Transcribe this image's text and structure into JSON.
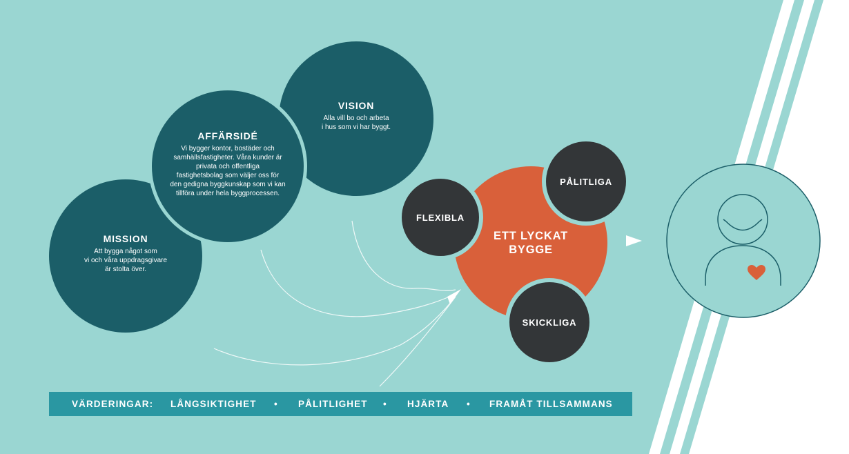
{
  "colors": {
    "background": "#9ad6d2",
    "teal_circle": "#1b5e68",
    "dark_circle": "#333638",
    "center_circle": "#d9603a",
    "values_bar": "#2a97a2",
    "heart": "#d9603a"
  },
  "vision": {
    "title": "VISION",
    "lines": [
      "Alla vill bo och arbeta",
      "i hus som vi har byggt."
    ]
  },
  "affarside": {
    "title": "AFFÄRSIDÉ",
    "lines": [
      "Vi bygger kontor, bostäder och",
      "samhällsfastigheter. Våra kunder är",
      "privata och offentliga",
      "fastighetsbolag som väljer oss för",
      "den gedigna byggkunskap som vi kan",
      "tillföra under  hela byggprocessen."
    ]
  },
  "mission": {
    "title": "MISSION",
    "lines": [
      "Att bygga något som",
      "vi och våra uppdragsgivare",
      "är stolta över."
    ]
  },
  "center": {
    "line1": "ETT LYCKAT",
    "line2": "BYGGE"
  },
  "satellites": {
    "flexibla": "FLEXIBLA",
    "palitliga": "PÅLITLIGA",
    "skickliga": "SKICKLIGA"
  },
  "values": {
    "label": "VÄRDERINGAR:",
    "items": [
      "LÅNGSIKTIGHET",
      "PÅLITLIGHET",
      "HJÄRTA",
      "FRAMÅT TILLSAMMANS"
    ],
    "separator": "•"
  },
  "icons": [
    "arrow-right-icon",
    "person-icon",
    "heart-icon"
  ]
}
